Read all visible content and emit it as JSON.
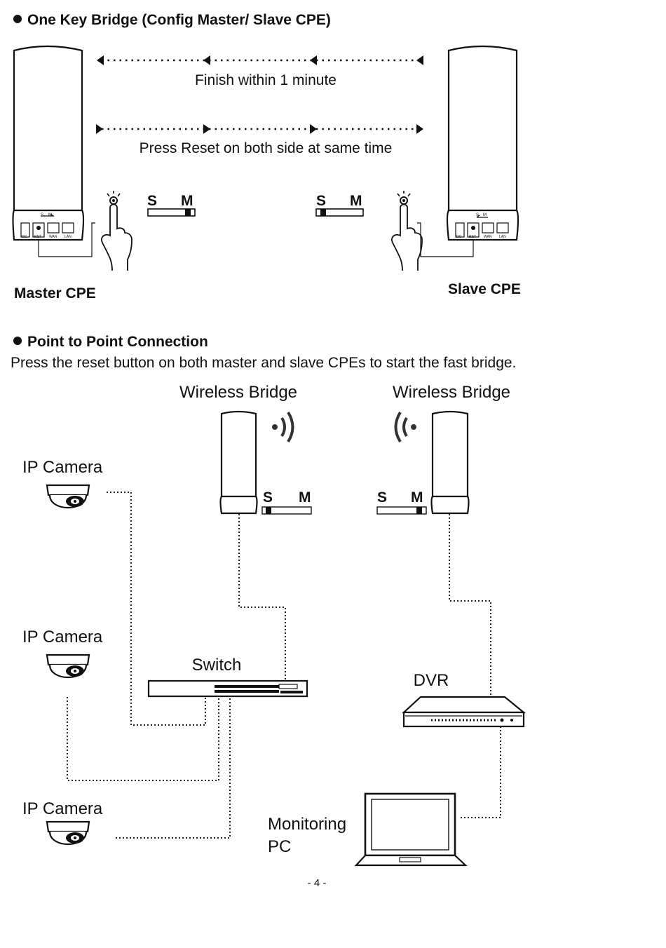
{
  "section_one": {
    "heading": "One Key Bridge (Config Master/ Slave CPE)",
    "arrow_top_label": "Finish within 1 minute",
    "arrow_bottom_label": "Press Reset on both side at same time",
    "master_label": "Master CPE",
    "slave_label": "Slave CPE",
    "switch_s": "S",
    "switch_m": "M",
    "port_labels": [
      "DC",
      "RST",
      "WAN",
      "LAN"
    ],
    "master_switch_position": "M",
    "slave_switch_position": "S"
  },
  "section_two": {
    "heading": "Point to Point Connection",
    "description": "Press the reset button on both master and slave CPEs to start the fast bridge.",
    "bridge_left_label": "Wireless Bridge",
    "bridge_right_label": "Wireless Bridge",
    "bridge_left_switch_position": "S",
    "bridge_right_switch_position": "M",
    "camera_labels": [
      "IP Camera",
      "IP Camera",
      "IP Camera"
    ],
    "switch_label": "Switch",
    "dvr_label": "DVR",
    "pc_label_lines": [
      "Monitoring",
      "PC"
    ]
  },
  "page_number": "- 4 -",
  "icons": [
    "bullet-icon",
    "cpe-device-icon",
    "finger-press-icon",
    "wifi-signal-icon",
    "ip-camera-icon",
    "network-switch-icon",
    "dvr-icon",
    "laptop-icon"
  ]
}
